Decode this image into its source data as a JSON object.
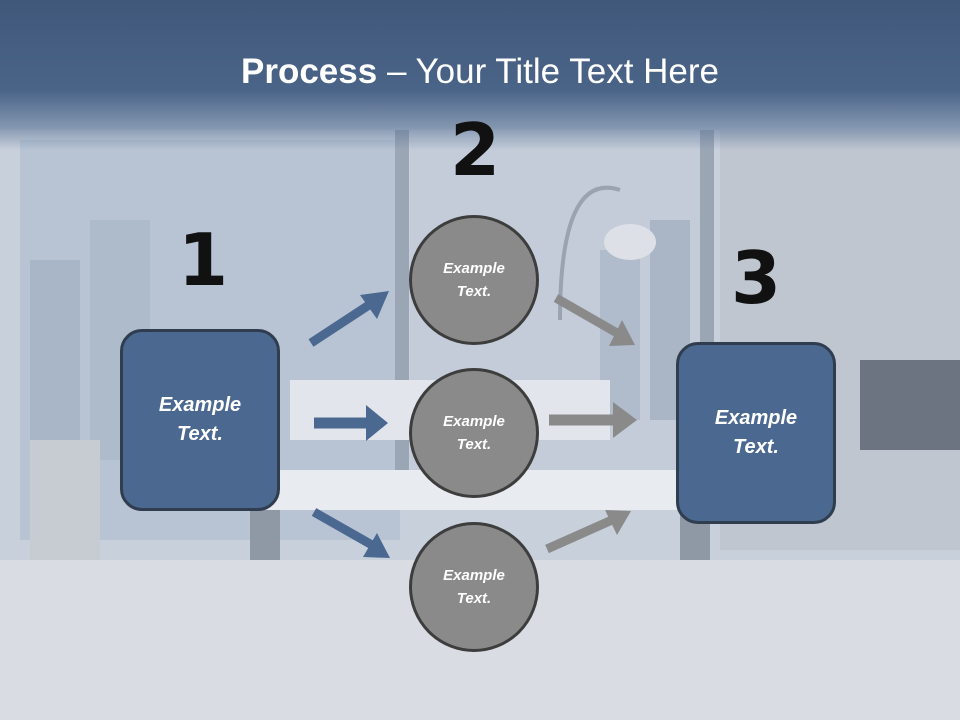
{
  "title": {
    "bold": "Process",
    "rest": " – Your Title Text Here"
  },
  "numbers": [
    "1",
    "2",
    "3"
  ],
  "left_box": {
    "text": "Example\nText."
  },
  "right_box": {
    "text": "Example\nText."
  },
  "circles": [
    {
      "text": "Example\nText."
    },
    {
      "text": "Example\nText."
    },
    {
      "text": "Example\nText."
    }
  ],
  "colors": {
    "header": "#4a6488",
    "box": "#4a6890",
    "circle": "#8a8a8a",
    "arrow_blue": "#4a6890",
    "arrow_gray": "#8a8a8a"
  }
}
